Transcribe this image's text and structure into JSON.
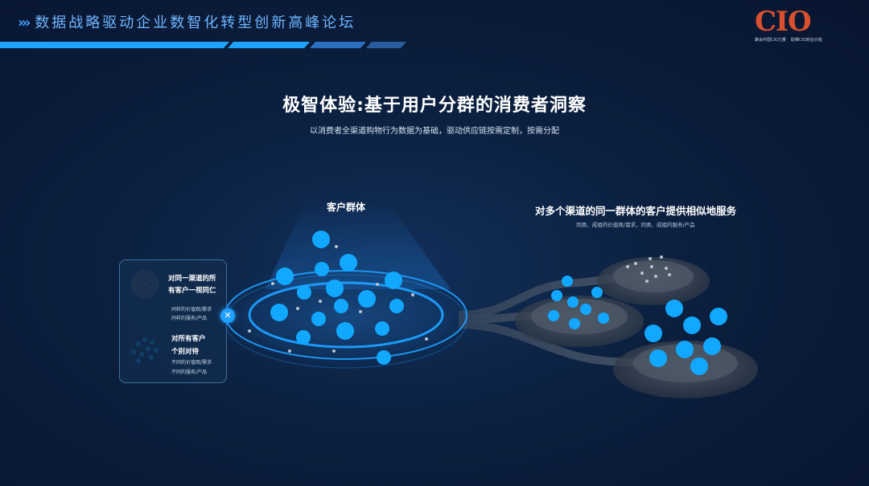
{
  "header": {
    "title": "数据战略驱动企业数智化转型创新高峰论坛",
    "chevrons": "›››",
    "logo_mark": "CIO",
    "logo_sub_left": "聚会中国CIO力量",
    "logo_sub_right": "助推CIO商业价值"
  },
  "colors": {
    "accent": "#1ea0ff",
    "dot": "#12a8ff",
    "logo": "#d9502e",
    "background": "#0b1f3e"
  },
  "title": "极智体验:基于用户分群的消费者洞察",
  "subtitle": "以消费者全渠道购物行为数据为基础，驱动供应链按需定制，按需分配",
  "groups_label": "客户群体",
  "services": {
    "title": "对多个渠道的同一群体的客户提供相似地服务",
    "subtitle": "同类、成组的价值观/需求，同类、成组的服务/产品"
  },
  "legend_card": {
    "item1": {
      "title_line1": "对同一渠道的所",
      "title_line2": "有客户一视同仁",
      "desc_line1": "同样的价值观/需求",
      "desc_line2": "同样的服务/产品"
    },
    "item2": {
      "title_line1": "对所有客户",
      "title_line2": "个别对待",
      "desc_line1": "不同的价值观/需求",
      "desc_line2": "不同的服务/产品"
    },
    "close_icon": "close-icon"
  }
}
